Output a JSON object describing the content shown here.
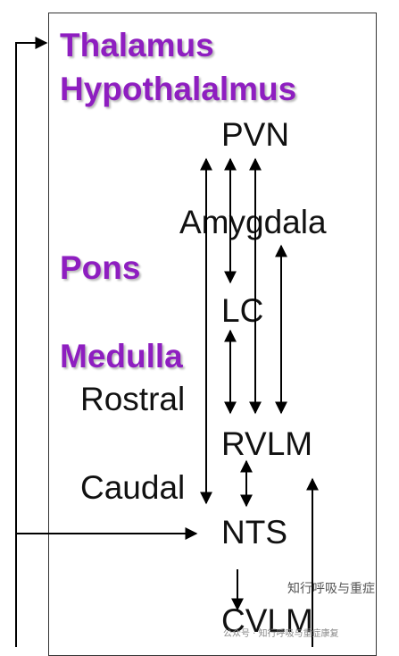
{
  "regions": {
    "thalamus": "Thalamus",
    "hypothalamus": "Hypothalalmus",
    "pons": "Pons",
    "medulla": "Medulla"
  },
  "nodes": {
    "pvn": "PVN",
    "amygdala": "Amygdala",
    "lc": "LC",
    "rvlm": "RVLM",
    "nts": "NTS",
    "cvlm": "CVLM"
  },
  "subregions": {
    "rostral": "Rostral",
    "caudal": "Caudal"
  },
  "watermark": {
    "main": "知行呼吸与重症",
    "bottom": "公众号 · 知行呼吸与重症康复"
  },
  "colors": {
    "region_label": "#8e1ec0",
    "node_label": "#111111",
    "arrows": "#000000"
  }
}
